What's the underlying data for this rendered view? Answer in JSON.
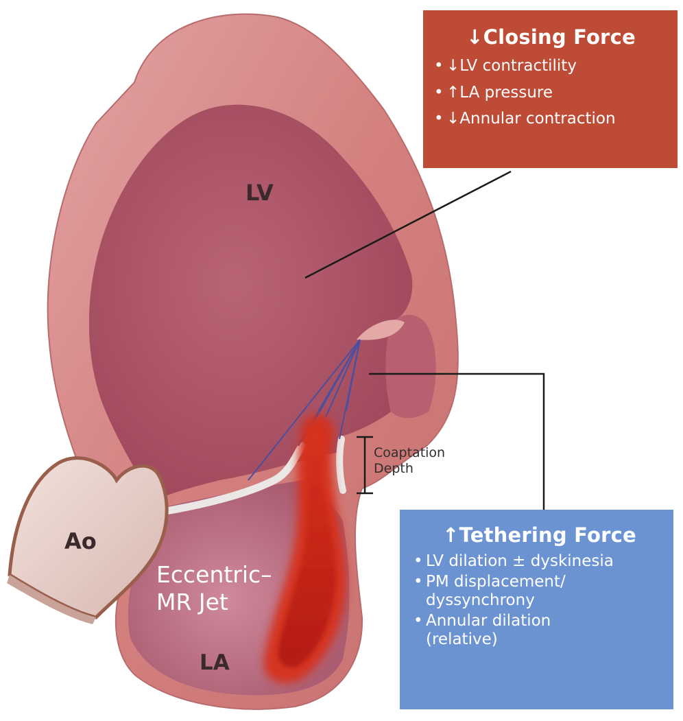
{
  "labels": {
    "lv": "LV",
    "ao": "Ao",
    "la": "LA",
    "jet_line1": "Eccentric–",
    "jet_line2": "MR Jet",
    "coaptation_line1": "Coaptation",
    "coaptation_line2": "Depth"
  },
  "closing_force": {
    "title": "↓Closing Force",
    "items": [
      "↓LV contractility",
      "↑LA pressure",
      "↓Annular contraction"
    ]
  },
  "tethering_force": {
    "title": "↑Tethering Force",
    "items": [
      "LV dilation ± dyskinesia",
      "PM displacement/ dyssynchrony",
      "Annular dilation (relative)"
    ]
  },
  "colors": {
    "closing_box": "#bd4b36",
    "tethering_box": "#6b93d2",
    "myocardium": "#d88a8e",
    "cavity": "#b45a6d",
    "jet": "#c8200f",
    "chordae": "#4a4fa0"
  }
}
